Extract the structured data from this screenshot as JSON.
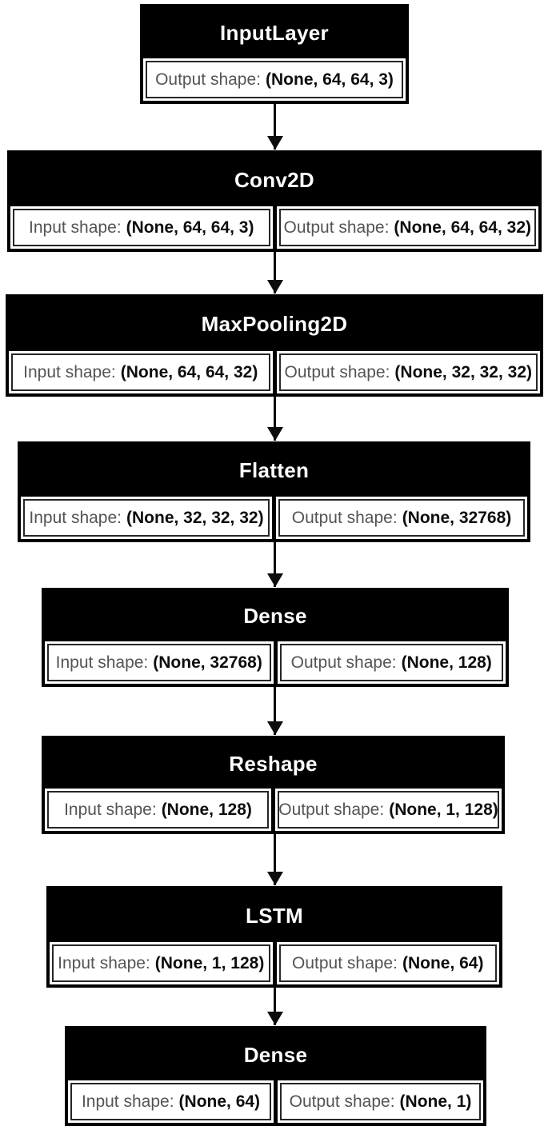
{
  "diagram": {
    "kind": "neural-network-layer-flow",
    "flow_direction": "top-to-bottom",
    "colors": {
      "node_fill": "#000000",
      "node_title_text": "#ffffff",
      "cell_fill": "#ffffff",
      "cell_border": "#262626",
      "shape_label_text": "#545454",
      "shape_value_text": "#0d0d0d",
      "arrow": "#0c0c0c",
      "background": "#ffffff"
    },
    "layers": [
      {
        "name": "InputLayer",
        "cells": [
          {
            "label": "Output shape:",
            "value": "(None, 64, 64, 3)"
          }
        ]
      },
      {
        "name": "Conv2D",
        "cells": [
          {
            "label": "Input shape:",
            "value": "(None, 64, 64, 3)"
          },
          {
            "label": "Output shape:",
            "value": "(None, 64, 64, 32)"
          }
        ]
      },
      {
        "name": "MaxPooling2D",
        "cells": [
          {
            "label": "Input shape:",
            "value": "(None, 64, 64, 32)"
          },
          {
            "label": "Output shape:",
            "value": "(None, 32, 32, 32)"
          }
        ]
      },
      {
        "name": "Flatten",
        "cells": [
          {
            "label": "Input shape:",
            "value": "(None, 32, 32, 32)"
          },
          {
            "label": "Output shape:",
            "value": "(None, 32768)"
          }
        ]
      },
      {
        "name": "Dense",
        "cells": [
          {
            "label": "Input shape:",
            "value": "(None, 32768)"
          },
          {
            "label": "Output shape:",
            "value": "(None, 128)"
          }
        ]
      },
      {
        "name": "Reshape",
        "cells": [
          {
            "label": "Input shape:",
            "value": "(None, 128)"
          },
          {
            "label": "Output shape:",
            "value": "(None, 1, 128)"
          }
        ]
      },
      {
        "name": "LSTM",
        "cells": [
          {
            "label": "Input shape:",
            "value": "(None, 1, 128)"
          },
          {
            "label": "Output shape:",
            "value": "(None, 64)"
          }
        ]
      },
      {
        "name": "Dense",
        "cells": [
          {
            "label": "Input shape:",
            "value": "(None, 64)"
          },
          {
            "label": "Output shape:",
            "value": "(None, 1)"
          }
        ]
      }
    ],
    "arrows": {
      "count": 7,
      "style": "solid line, filled down triangle head"
    }
  }
}
